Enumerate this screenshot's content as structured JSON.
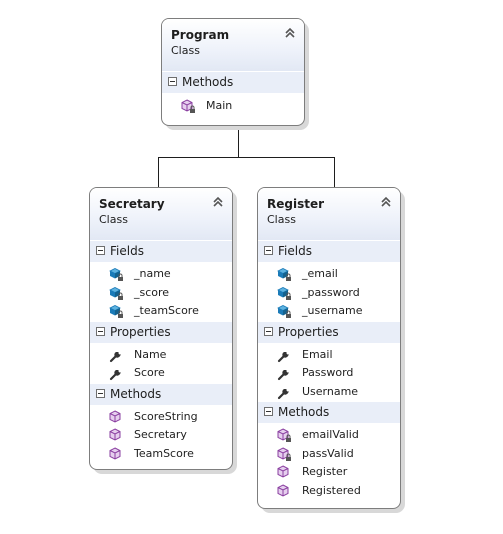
{
  "classes": {
    "program": {
      "name": "Program",
      "stereotype": "Class",
      "methods_label": "Methods",
      "methods": [
        "Main"
      ]
    },
    "secretary": {
      "name": "Secretary",
      "stereotype": "Class",
      "fields_label": "Fields",
      "fields": [
        "_name",
        "_score",
        "_teamScore"
      ],
      "properties_label": "Properties",
      "properties": [
        "Name",
        "Score"
      ],
      "methods_label": "Methods",
      "methods": [
        "ScoreString",
        "Secretary",
        "TeamScore"
      ]
    },
    "register": {
      "name": "Register",
      "stereotype": "Class",
      "fields_label": "Fields",
      "fields": [
        "_email",
        "_password",
        "_username"
      ],
      "properties_label": "Properties",
      "properties": [
        "Email",
        "Password",
        "Username"
      ],
      "methods_label": "Methods",
      "methods": [
        "emailValid",
        "passValid",
        "Register",
        "Registered"
      ]
    }
  },
  "icons": {
    "collapse": "double-chevron-up-icon",
    "field": "private-field-icon",
    "property": "property-wrench-icon",
    "method": "method-cube-icon",
    "private_method": "private-method-cube-icon"
  },
  "colors": {
    "header_gradient_end": "#e2e8f4",
    "section_band": "#e9eef8",
    "border": "#7d7d7d",
    "field_icon": "#1b7bb8",
    "method_icon": "#8a3fa0"
  }
}
